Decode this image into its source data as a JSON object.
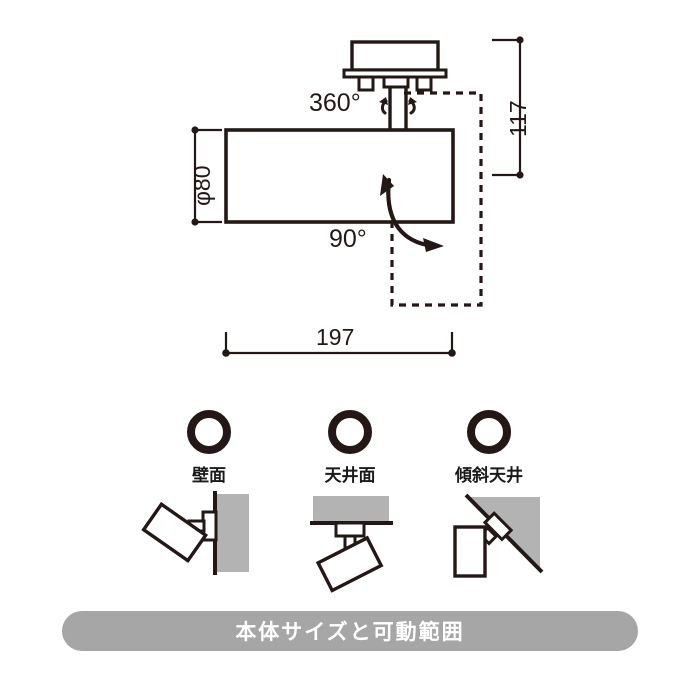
{
  "diagram": {
    "title_banner": "本体サイズと可動範囲",
    "dimensions": {
      "diameter": "φ80",
      "height": "117",
      "length": "197"
    },
    "rotation": {
      "horizontal": "360°",
      "vertical": "90°"
    },
    "mounting_options": [
      {
        "id": "wall",
        "label": "壁面"
      },
      {
        "id": "ceiling",
        "label": "天井面"
      },
      {
        "id": "sloped-ceiling",
        "label": "傾斜天井"
      }
    ],
    "colors": {
      "line": "#231815",
      "surface_fill": "#b3b3b3",
      "banner": "#a6a6a6",
      "banner_text": "#ffffff",
      "background": "#ffffff"
    }
  }
}
